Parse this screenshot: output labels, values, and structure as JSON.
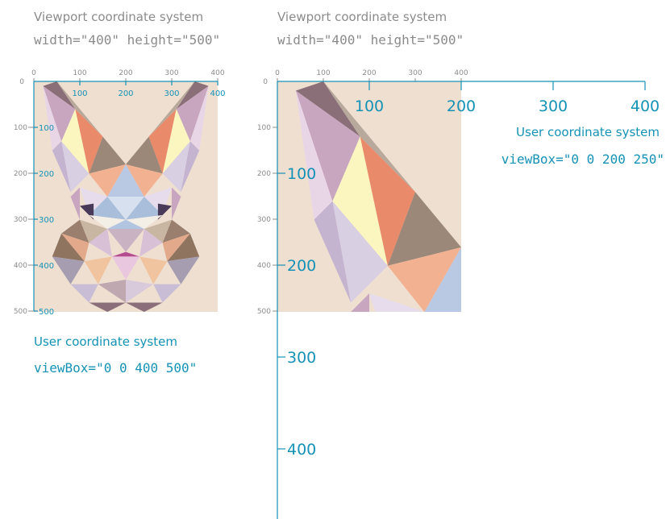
{
  "left_panel": {
    "viewport_title": "Viewport coordinate system",
    "viewport_attrs": "width=\"400\" height=\"500\"",
    "user_title": "User coordinate system",
    "user_viewbox": "viewBox=\"0 0 400 500\"",
    "viewport_x_ticks": [
      "0",
      "100",
      "200",
      "300",
      "400"
    ],
    "viewport_y_ticks": [
      "0",
      "100",
      "200",
      "300",
      "400",
      "500"
    ],
    "user_x_ticks": [
      "100",
      "200",
      "300",
      "400"
    ],
    "user_y_ticks": [
      "100",
      "200",
      "300",
      "400",
      "500"
    ]
  },
  "right_panel": {
    "viewport_title": "Viewport coordinate system",
    "viewport_attrs": "width=\"400\" height=\"500\"",
    "user_title": "User coordinate system",
    "user_viewbox": "viewBox=\"0 0 200 250\"",
    "viewport_x_ticks": [
      "0",
      "100",
      "200",
      "300",
      "400"
    ],
    "viewport_y_ticks": [
      "0",
      "100",
      "200",
      "300",
      "400",
      "500"
    ],
    "user_x_ticks": [
      "100",
      "200",
      "300",
      "400"
    ],
    "user_y_ticks": [
      "100",
      "200",
      "300",
      "400"
    ]
  },
  "colors": {
    "viewport_gray": "#8b8b8b",
    "user_teal": "#1592b5",
    "background_beige": "#efdfd1"
  },
  "image_subject": "low-poly-rabbit"
}
